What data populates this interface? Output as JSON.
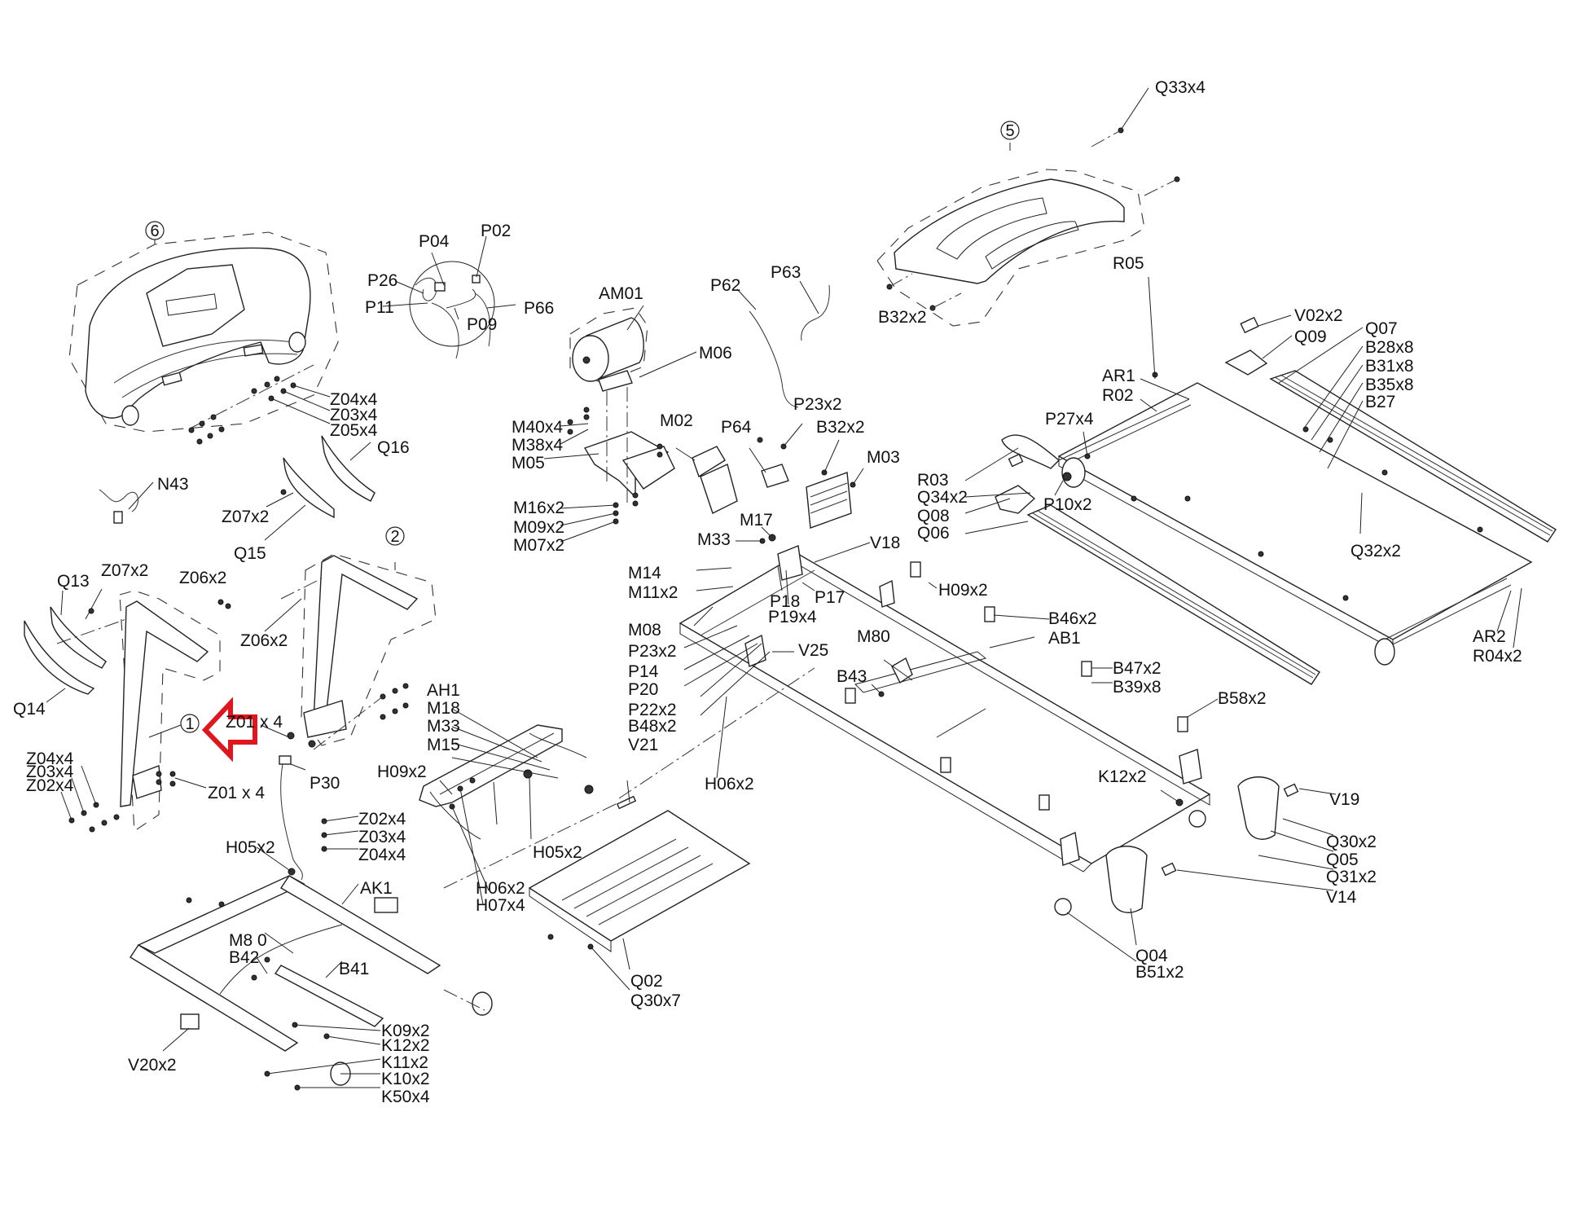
{
  "diagram": {
    "title": "Treadmill exploded parts diagram",
    "highlight_color": "#e0161e",
    "callouts": [
      "1",
      "2",
      "5",
      "6"
    ],
    "labels": {
      "q33x4": "Q33x4",
      "b32x2_top": "B32x2",
      "r05": "R05",
      "v02x2": "V02x2",
      "q09": "Q09",
      "q07": "Q07",
      "b28x8": "B28x8",
      "b31x8": "B31x8",
      "b35x8": "B35x8",
      "b27": "B27",
      "ar1": "AR1",
      "r02": "R02",
      "p27x4": "P27x4",
      "r03": "R03",
      "q34x2": "Q34x2",
      "q08": "Q08",
      "q06": "Q06",
      "p10x2": "P10x2",
      "q32x2": "Q32x2",
      "ar2": "AR2",
      "r04x2": "R04x2",
      "p02": "P02",
      "p04": "P04",
      "p26": "P26",
      "p11": "P11",
      "p09": "P09",
      "p66": "P66",
      "am01": "AM01",
      "p62": "P62",
      "p63": "P63",
      "m06": "M06",
      "m40x4": "M40x4",
      "m38x4": "M38x4",
      "m05": "M05",
      "m02": "M02",
      "p64": "P64",
      "p23x2_top": "P23x2",
      "b32x2_mid": "B32x2",
      "m03": "M03",
      "m16x2": "M16x2",
      "m09x2": "M09x2",
      "m07x2": "M07x2",
      "m17": "M17",
      "m33_top": "M33",
      "v18": "V18",
      "m14": "M14",
      "m11x2": "M11x2",
      "p18": "P18",
      "p19x4": "P19x4",
      "p17": "P17",
      "h09x2_right": "H09x2",
      "m08": "M08",
      "p23x2_mid": "P23x2",
      "v25": "V25",
      "p14": "P14",
      "p20": "P20",
      "p22x2": "P22x2",
      "b48x2": "B48x2",
      "v21": "V21",
      "m80": "M80",
      "b43": "B43",
      "b46x2": "B46x2",
      "ab1": "AB1",
      "b47x2": "B47x2",
      "b39x8": "B39x8",
      "b58x2": "B58x2",
      "h06x2_right": "H06x2",
      "k12x2_right": "K12x2",
      "v19": "V19",
      "q30x2": "Q30x2",
      "q05": "Q05",
      "q31x2": "Q31x2",
      "v14": "V14",
      "q04": "Q04",
      "b51x2": "B51x2",
      "z04x4_top": "Z04x4",
      "z03x4_top": "Z03x4",
      "z05x4": "Z05x4",
      "q16": "Q16",
      "n43": "N43",
      "z07x2_upper": "Z07x2",
      "q15": "Q15",
      "q13": "Q13",
      "z07x2_lower": "Z07x2",
      "z06x2_a": "Z06x2",
      "z06x2_b": "Z06x2",
      "q14": "Q14",
      "z01x4_arrow": "Z01 x 4",
      "z04x4_left": "Z04x4",
      "z03x4_left": "Z03x4",
      "z02x4_left": "Z02x4",
      "z01x4_lower": "Z01 x 4",
      "p30": "P30",
      "ah1": "AH1",
      "m18": "M18",
      "m33_mid": "M33",
      "m15": "M15",
      "h09x2_mid": "H09x2",
      "z02x4_mid": "Z02x4",
      "z03x4_mid": "Z03x4",
      "z04x4_mid": "Z04x4",
      "h05x2_left": "H05x2",
      "h05x2_mid": "H05x2",
      "h06x2_mid": "H06x2",
      "h07x4": "H07x4",
      "ak1": "AK1",
      "m80_lower": "M8 0",
      "b42": "B42",
      "b41": "B41",
      "q02": "Q02",
      "q30x7": "Q30x7",
      "v20x2": "V20x2",
      "k09x2": "K09x2",
      "k12x2_left": "K12x2",
      "k11x2": "K11x2",
      "k10x2": "K10x2",
      "k50x4": "K50x4"
    }
  }
}
